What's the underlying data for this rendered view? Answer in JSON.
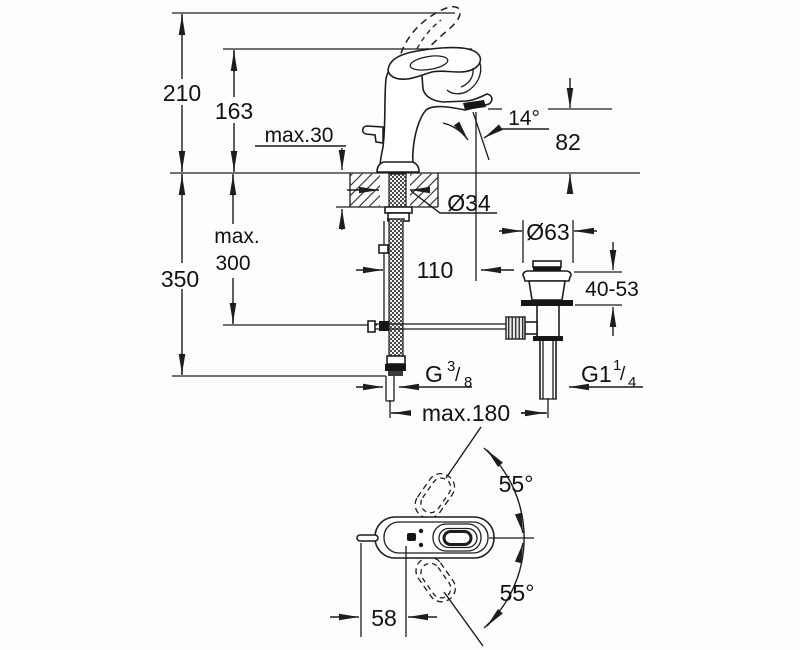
{
  "drawing": {
    "colors": {
      "background": "#fdfdfd",
      "line": "#1d1d1d"
    },
    "side_view": {
      "height_above_deck": "210",
      "height_to_handle": "163",
      "deck_thickness": "max.30",
      "spout_angle": "14°",
      "spout_outlet_height": "82",
      "shank_diameter": "Ø34",
      "waste_flange_diameter": "Ø63",
      "spout_projection": "110",
      "clamp_range": "40-53",
      "rod_drop_line1": "max.",
      "rod_drop_line2": "300",
      "overall_drop": "350",
      "center_distance": "max.180",
      "supply_thread": {
        "letter": "G",
        "sup": "3",
        "slash": "/",
        "sub": "8"
      },
      "waste_thread": {
        "letter": "G1",
        "sup": "1",
        "slash": "/",
        "sub": "4"
      }
    },
    "plan_view": {
      "swing_upper": "55°",
      "swing_lower": "55°",
      "handle_offset": "58"
    }
  }
}
